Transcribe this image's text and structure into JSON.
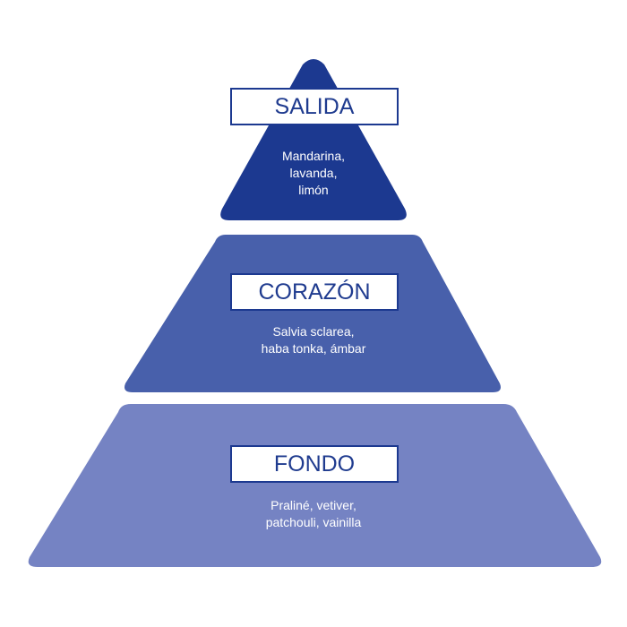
{
  "colors": {
    "top": "#1c3990",
    "middle": "#4860ab",
    "bottom": "#7583c3",
    "label_text": "#1f3b8f",
    "background": "#ffffff"
  },
  "pyramid": {
    "tiers": [
      {
        "title": "SALIDA",
        "notes": "Mandarina,\nlavanda,\nlimón"
      },
      {
        "title": "CORAZÓN",
        "notes": "Salvia sclarea,\nhaba tonka, ámbar"
      },
      {
        "title": "FONDO",
        "notes": "Praliné, vetiver,\npatchouli, vainilla"
      }
    ]
  }
}
